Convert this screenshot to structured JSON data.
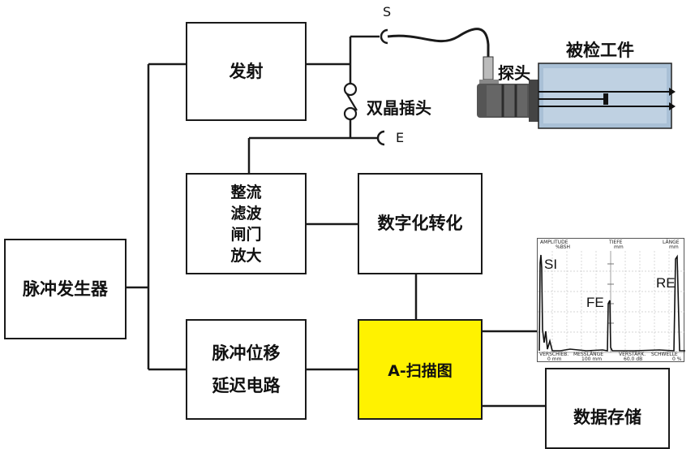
{
  "blocks": {
    "transmit": "发射",
    "pulse_generator": "脉冲发生器",
    "rectify_lines": [
      "整流",
      "滤波",
      "闸门",
      "放大"
    ],
    "digitize": "数字化转化",
    "delay_lines": [
      "脉冲位移",
      "延迟电路"
    ],
    "ascan": "A-扫描图",
    "storage": "数据存储"
  },
  "labels": {
    "s": "S",
    "e": "E",
    "dual_plug": "双晶插头",
    "probe": "探头",
    "workpiece": "被检工件"
  },
  "scope": {
    "amplitude": "AMPLITUDE",
    "bsh": "%BSH",
    "tiefe": "TIEFE",
    "tiefe_unit": "mm",
    "laenge": "LÄNGE",
    "laenge_unit": "mm",
    "si": "SI",
    "fe": "FE",
    "re": "RE",
    "verschieb": "VERSCHIEB.",
    "verschieb_val": "0 mm",
    "messlaenge": "MESSLÄNGE",
    "messlaenge_val": "100 mm",
    "verstaerk": "VERSTÄRK.",
    "verstaerk_val": "60.0 dB",
    "schwelle": "SCHWELLE",
    "schwelle_val": "0 %"
  },
  "colors": {
    "ascan_fill": "#fff200",
    "line": "#1a1a1a",
    "workpiece": "#a9c0d6"
  }
}
